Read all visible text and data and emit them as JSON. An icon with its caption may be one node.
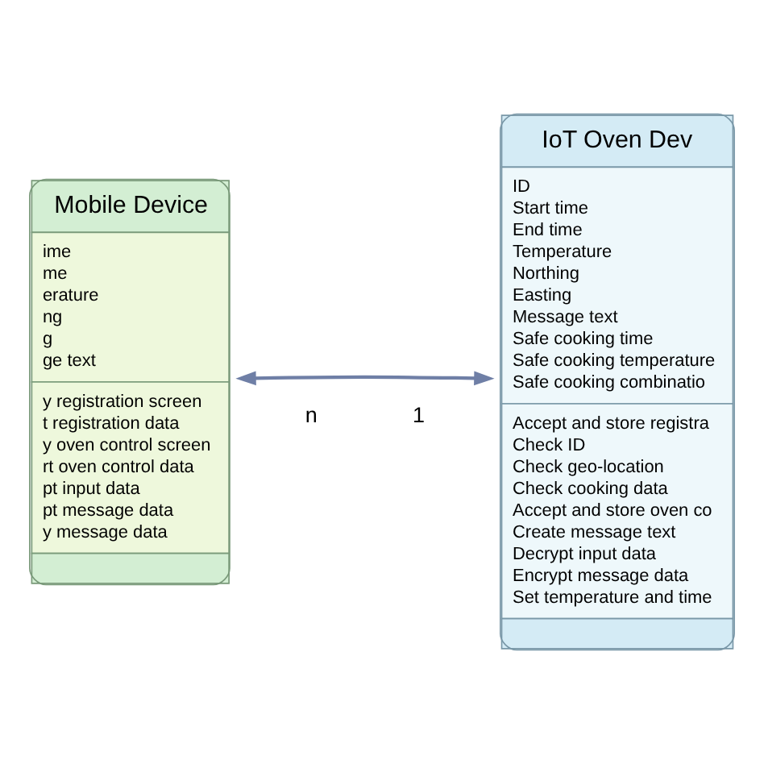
{
  "diagram": {
    "nodes": [
      {
        "text": [
          "Mobile Device",
          "ime",
          "me",
          "erature",
          "ng",
          "g",
          "ge text",
          "y registration screen",
          "t registration data",
          "y oven control screen",
          "rt oven control data",
          "pt input data",
          "pt message data",
          "y message data"
        ]
      },
      {
        "text": [
          "IoT Oven Dev",
          "ID",
          "Start time",
          "End time",
          "Temperature",
          "Northing",
          "Easting",
          "Message text",
          "Safe cooking time",
          "Safe cooking temperature",
          "Safe cooking combinatio",
          "Accept and store registra",
          "Check ID",
          "Check geo-location",
          "Check cooking data",
          "Accept and store oven co",
          "Create message text",
          "Decrypt input data",
          "Encrypt message data",
          "Set temperature and time"
        ]
      }
    ],
    "edges": [
      {
        "from": 0,
        "to": 1,
        "arrow": "both"
      }
    ],
    "labels": [
      "n",
      "1"
    ]
  }
}
